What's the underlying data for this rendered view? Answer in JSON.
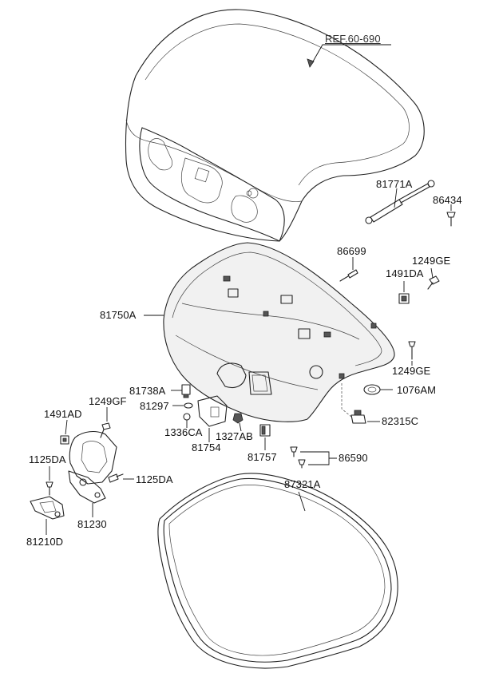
{
  "ref_label": "REF.60-690",
  "parts": [
    {
      "id": "p81771A",
      "label": "81771A"
    },
    {
      "id": "p86434",
      "label": "86434"
    },
    {
      "id": "p86699",
      "label": "86699"
    },
    {
      "id": "p1249GE_top",
      "label": "1249GE"
    },
    {
      "id": "p1491DA",
      "label": "1491DA"
    },
    {
      "id": "p81750A",
      "label": "81750A"
    },
    {
      "id": "p1249GE_bot",
      "label": "1249GE"
    },
    {
      "id": "p81738A",
      "label": "81738A"
    },
    {
      "id": "p1076AM",
      "label": "1076AM"
    },
    {
      "id": "p1249GF",
      "label": "1249GF"
    },
    {
      "id": "p81297",
      "label": "81297"
    },
    {
      "id": "p1491AD",
      "label": "1491AD"
    },
    {
      "id": "p82315C",
      "label": "82315C"
    },
    {
      "id": "p1336CA",
      "label": "1336CA"
    },
    {
      "id": "p1327AB",
      "label": "1327AB"
    },
    {
      "id": "p81754",
      "label": "81754"
    },
    {
      "id": "p81757",
      "label": "81757"
    },
    {
      "id": "p86590",
      "label": "86590"
    },
    {
      "id": "p1125DA_left",
      "label": "1125DA"
    },
    {
      "id": "p1125DA_right",
      "label": "1125DA"
    },
    {
      "id": "p87321A",
      "label": "87321A"
    },
    {
      "id": "p81230",
      "label": "81230"
    },
    {
      "id": "p81210D",
      "label": "81210D"
    }
  ]
}
